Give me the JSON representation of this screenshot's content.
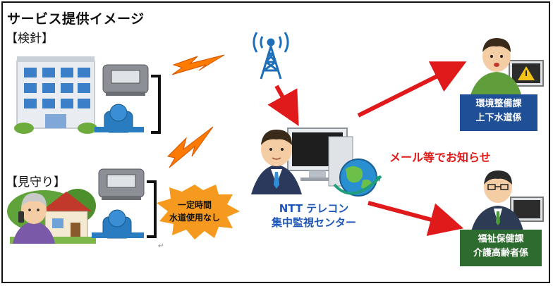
{
  "title": "サービス提供イメージ",
  "labels": {
    "meter_reading": "【検針】",
    "monitoring": "【見守り】"
  },
  "center": {
    "line1": "NTT テレコン",
    "line2": "集中監視センター"
  },
  "notice": "メール等でお知らせ",
  "burst": {
    "line1": "一定時間",
    "line2": "水道使用なし"
  },
  "dept_top": {
    "line1": "環境整備課",
    "line2": "上下水道係",
    "color": "#1f4f96"
  },
  "dept_bottom": {
    "line1": "福祉保健課",
    "line2": "介護高齢者係",
    "color": "#2e6b2e"
  },
  "colors": {
    "arrow": "#e01a1a",
    "tower": "#1f6fb8",
    "lightning": "#ff7a00",
    "burst": "#f59a1f"
  },
  "icons": [
    "office-building-icon",
    "gas-meter-icon",
    "water-meter-icon",
    "radio-tower-icon",
    "lightning-icon",
    "operator-person-icon",
    "computer-icon",
    "globe-icon",
    "warning-monitor-icon",
    "elderly-person-icon",
    "house-icon"
  ]
}
